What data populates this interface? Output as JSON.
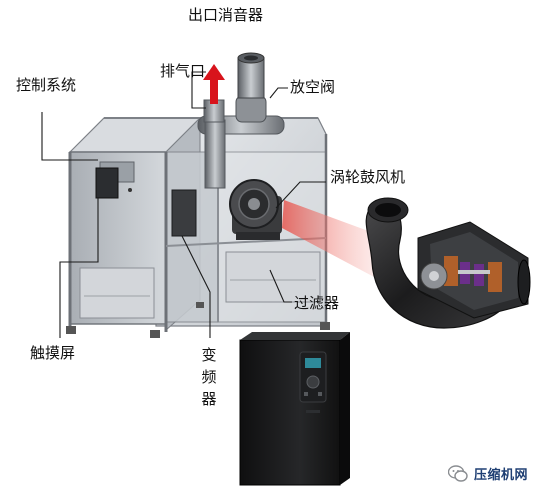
{
  "labels": {
    "outlet_silencer": "出口消音器",
    "exhaust_port": "排气口",
    "control_system": "控制系统",
    "vent_valve": "放空阀",
    "turbo_blower": "涡轮鼓风机",
    "touch_screen": "触摸屏",
    "filter": "过滤器",
    "inverter": "变频器"
  },
  "watermark": {
    "text": "压缩机网",
    "icon": "wechat-icon"
  },
  "colors": {
    "arrow": "#d8141c",
    "frame": "#8b8f95",
    "glass": "#c9ced4",
    "inverter_body": "#1a1a1a",
    "inverter_screen": "#2e8a9a",
    "blower_housing": "#2a2a2a",
    "motor_copper": "#b0602a",
    "motor_magnet": "#6b2f8a"
  }
}
